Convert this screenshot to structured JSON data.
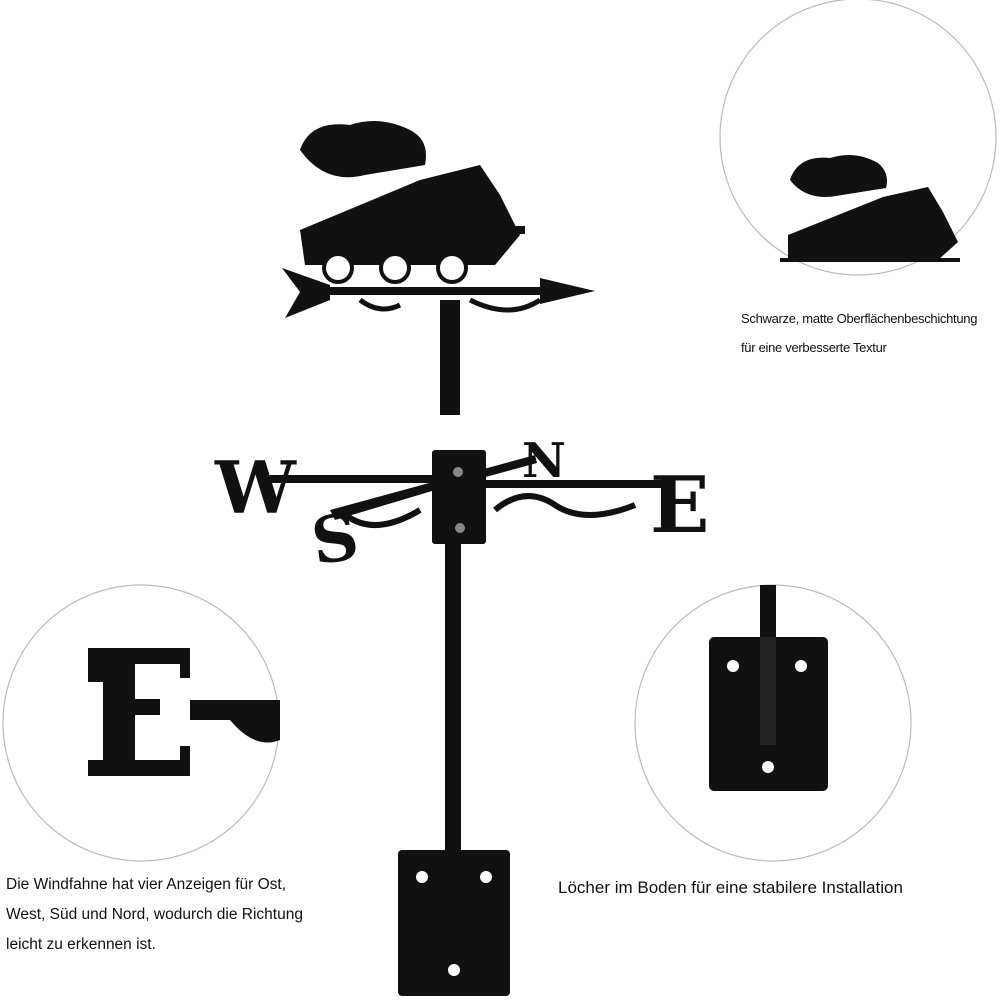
{
  "captions": {
    "coating_line1": "Schwarze, matte Oberflächenbeschichtung",
    "coating_line2": "für eine verbesserte Textur",
    "directions_line1": "Die Windfahne hat vier Anzeigen für Ost,",
    "directions_line2": "West, Süd und Nord, wodurch die Richtung",
    "directions_line3": "leicht zu erkennen ist.",
    "base": "Löcher im Boden für eine stabilere Installation"
  },
  "compass_letters": {
    "west": "W",
    "south": "S",
    "north": "N",
    "east": "E"
  },
  "colors": {
    "metal": "#111111",
    "circle_border": "#bbbbbb"
  }
}
